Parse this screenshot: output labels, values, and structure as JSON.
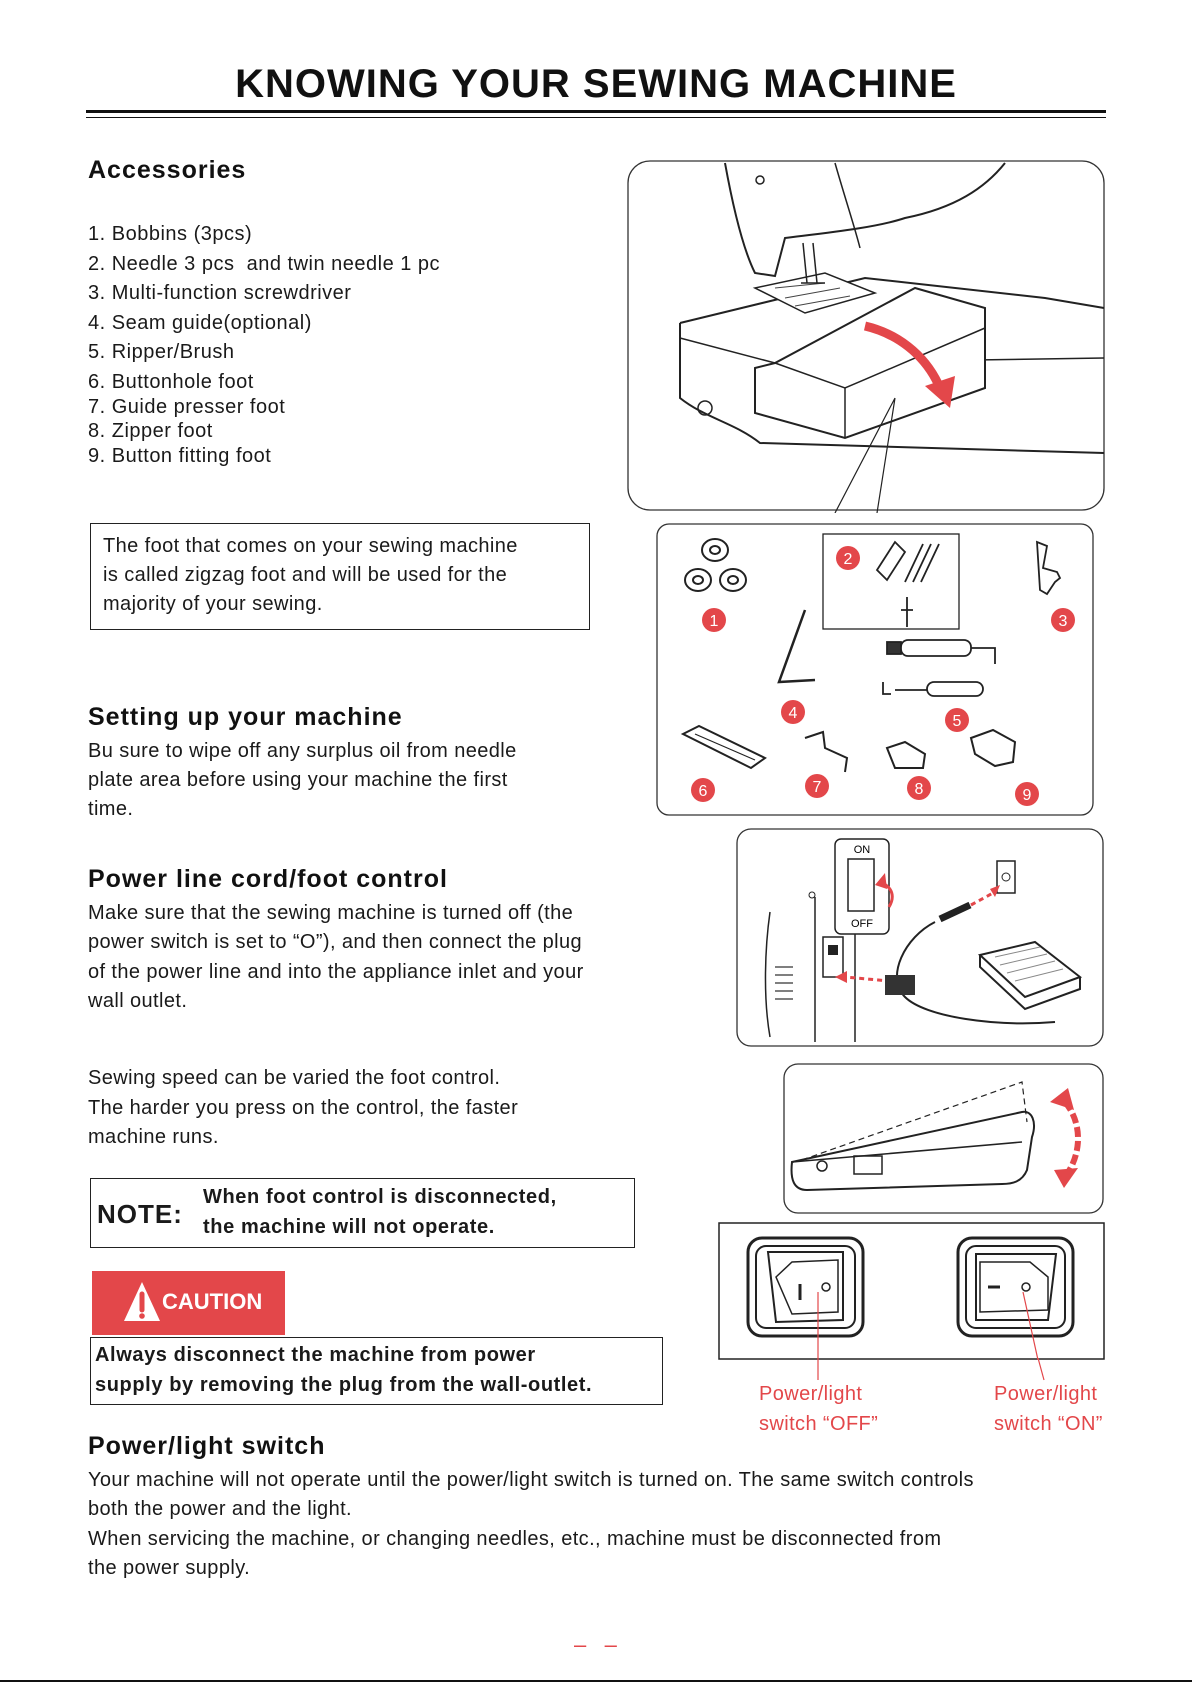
{
  "title": "KNOWING YOUR SEWING MACHINE",
  "accessories": {
    "heading": "Accessories",
    "items": [
      "1. Bobbins (3pcs)",
      "2. Needle 3 pcs  and twin needle 1 pc",
      "3. Multi-function screwdriver",
      "4. Seam guide(optional)",
      "5. Ripper/Brush",
      "6. Buttonhole foot",
      "7. Guide presser foot",
      "8. Zipper foot",
      "9. Button fitting foot"
    ],
    "info_box": [
      "The foot that comes on your sewing machine",
      "is called zigzag foot and will be used for the",
      "majority of your sewing."
    ],
    "diagram_numbers": [
      "1",
      "2",
      "3",
      "4",
      "5",
      "6",
      "7",
      "8",
      "9"
    ]
  },
  "setup": {
    "heading": "Setting up your machine",
    "lines": [
      "Bu sure to wipe off any surplus oil from needle",
      "plate area before using your machine the first",
      "time."
    ]
  },
  "power_cord": {
    "heading": "Power line cord/foot control",
    "lines": [
      "Make sure that the sewing machine is turned off (the",
      "power switch is set to “O”), and then connect the plug",
      "of the power line and into the appliance inlet and your",
      "wall outlet."
    ],
    "switch_on_label": "ON",
    "switch_off_label": "OFF"
  },
  "speed": {
    "lines": [
      "Sewing speed can be varied the foot control.",
      "The harder you press on the control, the faster",
      "machine runs."
    ]
  },
  "note": {
    "label": "NOTE:",
    "lines": [
      "When foot control is disconnected,",
      "the machine will not operate."
    ]
  },
  "caution": {
    "label": "CAUTION",
    "lines": [
      "Always disconnect the machine from power",
      "supply by removing the plug from the wall-outlet."
    ]
  },
  "switch_labels": {
    "off": [
      "Power/light",
      "switch “OFF”"
    ],
    "on": [
      "Power/light",
      "switch “ON”"
    ]
  },
  "power_switch": {
    "heading": "Power/light switch",
    "lines": [
      "Your machine will not operate until the power/light switch is turned on. The same switch controls",
      "both the power and the light.",
      "When servicing the machine, or changing needles, etc., machine must be disconnected from",
      "the power supply."
    ]
  },
  "footer": {
    "page_mark": "–   –"
  },
  "colors": {
    "accent": "#e3474a",
    "text": "#1a1a1a",
    "rule": "#111111"
  }
}
